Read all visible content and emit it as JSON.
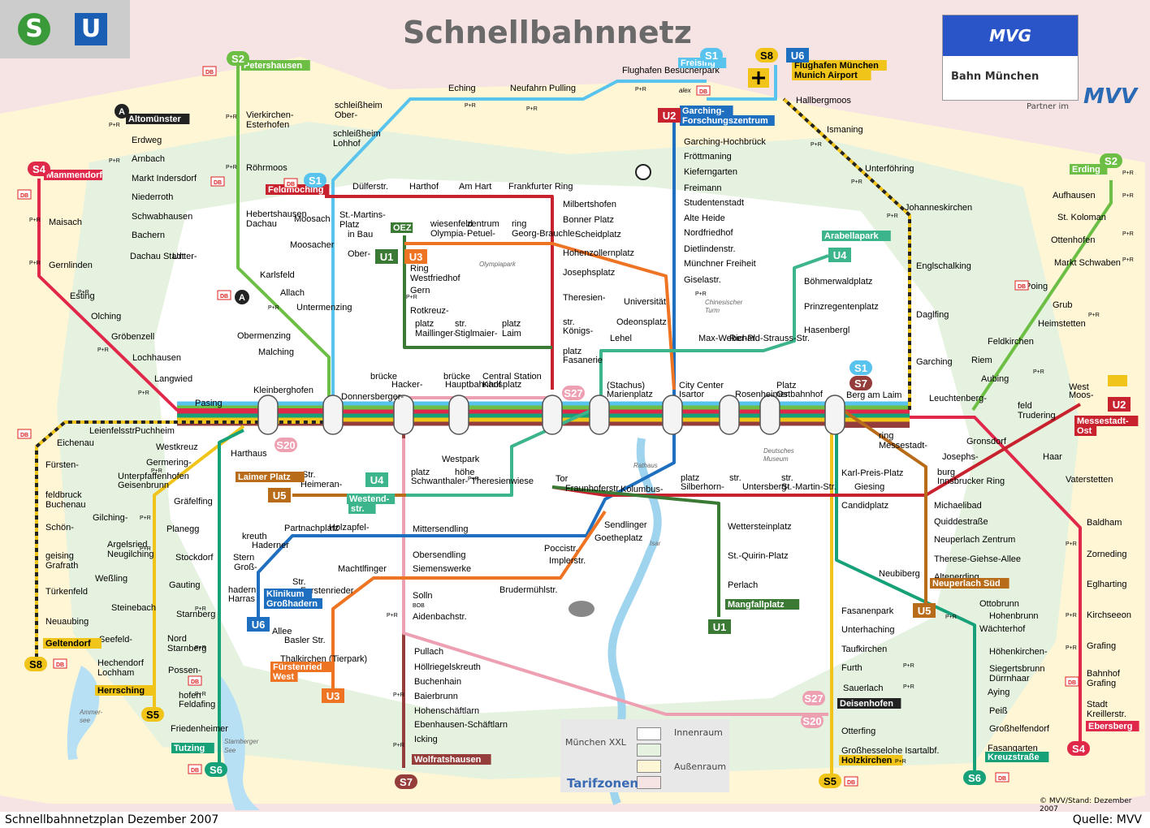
{
  "title": "Schnellbahnnetz",
  "logos": {
    "s_letter": "S",
    "u_letter": "U",
    "mvg": "MVG",
    "bahn": "Bahn München",
    "db": "DB",
    "partner": "Partner im",
    "mvv": "MVV"
  },
  "footer": {
    "left": "Schnellbahnnetzplan Dezember 2007",
    "right": "Quelle: MVV",
    "credit": "© MVV/Stand: Dezember 2007"
  },
  "legend": {
    "title": "Tarifzonen",
    "xxl": "München XXL",
    "inner": "Innenraum",
    "outer": "Außenraum"
  },
  "colors": {
    "S1": "#58c4ee",
    "S2": "#6cbf44",
    "S4": "#e0294a",
    "S5": "#f0c419",
    "S6": "#17a179",
    "S7": "#943d3a",
    "S8": "#f0c419",
    "S20": "#eea0b3",
    "S27": "#eea0b3",
    "U1": "#3b7a34",
    "U2": "#c9222f",
    "U3": "#ee7424",
    "U4": "#3cb48c",
    "U5": "#b86c1a",
    "U6": "#1f6fc0",
    "zone_inner": "#ffffff",
    "zone_outer": "#fff6d6",
    "zone_xxl": "#e6f2e0",
    "zone_far": "#f6e3e3"
  },
  "line_badges": [
    {
      "label": "S2",
      "color": "S2"
    },
    {
      "label": "S4",
      "color": "S4"
    },
    {
      "label": "S1",
      "color": "S1"
    },
    {
      "label": "S1",
      "color": "S1"
    },
    {
      "label": "S8",
      "color": "S8"
    },
    {
      "label": "U6",
      "color": "U6"
    },
    {
      "label": "U2",
      "color": "U2"
    },
    {
      "label": "U1",
      "color": "U1"
    },
    {
      "label": "U3",
      "color": "U3"
    },
    {
      "label": "U4",
      "color": "U4"
    },
    {
      "label": "S2",
      "color": "S2"
    },
    {
      "label": "S1",
      "color": "S1"
    },
    {
      "label": "S7",
      "color": "S7"
    },
    {
      "label": "U2",
      "color": "U2"
    },
    {
      "label": "S27",
      "color": "S27"
    },
    {
      "label": "S20",
      "color": "S20"
    },
    {
      "label": "U5",
      "color": "U5"
    },
    {
      "label": "U4",
      "color": "U4"
    },
    {
      "label": "U6",
      "color": "U6"
    },
    {
      "label": "U3",
      "color": "U3"
    },
    {
      "label": "S8",
      "color": "S8"
    },
    {
      "label": "S5",
      "color": "S5"
    },
    {
      "label": "S6",
      "color": "S6"
    },
    {
      "label": "S7",
      "color": "S7"
    },
    {
      "label": "U1",
      "color": "U1"
    },
    {
      "label": "U5",
      "color": "U5"
    },
    {
      "label": "S27",
      "color": "S27"
    },
    {
      "label": "S20",
      "color": "S20"
    },
    {
      "label": "S5",
      "color": "S5"
    },
    {
      "label": "S6",
      "color": "S6"
    },
    {
      "label": "S4",
      "color": "S4"
    }
  ],
  "terminus_boxes": [
    "Petershausen",
    "Mammendorf",
    "Feldmoching",
    "Freising",
    "Flughafen München",
    "Munich Airport",
    "Garching-",
    "Forschungszentrum",
    "Arabellapark",
    "Erding",
    "Altomünster",
    "Messestadt-",
    "Ost",
    "Laimer Platz",
    "Westend-",
    "str.",
    "Klinikum",
    "Großhadern",
    "Fürstenried",
    "West",
    "Geltendorf",
    "Herrsching",
    "Tutzing",
    "Wolfratshausen",
    "Mangfallplatz",
    "Neuperlach Süd",
    "Deisenhofen",
    "Holzkirchen",
    "Kreuzstraße",
    "Ebersberg",
    "OEZ"
  ],
  "stations": [
    "Vierkirchen-",
    "Esterhofen",
    "Röhrmoos",
    "Hebertshausen",
    "Dachau",
    "Karlsfeld",
    "Allach",
    "Untermenzing",
    "Obermenzing",
    "Malching",
    "Maisach",
    "Gernlinden",
    "Esting",
    "Olching",
    "Gröbenzell",
    "Lochhausen",
    "Langwied",
    "Pasing",
    "Kleinberghofen",
    "Erdweg",
    "Arnbach",
    "Markt Indersdorf",
    "Niederroth",
    "Schwabhausen",
    "Bachern",
    "Dachau Stadt",
    "Unter-",
    "schleißheim",
    "Ober-",
    "schleißheim",
    "Lohhof",
    "Eching",
    "Neufahrn",
    "Pulling",
    "Flughafen Besucherpark",
    "Hallbergmoos",
    "Ismaning",
    "Unterföhring",
    "Johanneskirchen",
    "Englschalking",
    "Daglfing",
    "Garching",
    "Garching-Hochbrück",
    "Fröttmaning",
    "Kieferngarten",
    "Freimann",
    "Studentenstadt",
    "Alte Heide",
    "Nordfriedhof",
    "Dietlindenstr.",
    "Münchner Freiheit",
    "Giselastr.",
    "Universität",
    "Odeonsplatz",
    "Lehel",
    "Max-Weber-Pl.",
    "Richard-Strauss-Str.",
    "Böhmerwaldplatz",
    "Prinzregentenplatz",
    "Hasenbergl",
    "Dülferstr.",
    "Harthof",
    "Am Hart",
    "Frankfurter Ring",
    "Milbertshofen",
    "Bonner Platz",
    "Scheidplatz",
    "Hohenzollernplatz",
    "Josephsplatz",
    "Theresien-",
    "str.",
    "Königs-",
    "platz",
    "Fasanerie",
    "Moosach",
    "Moosacher",
    "St.-Martins-",
    "Platz",
    "in Bau",
    "Ober-",
    "wiesenfeld",
    "Olympia-",
    "zentrum",
    "Petuel-",
    "ring",
    "Georg-Brauchle-",
    "Ring",
    "Westfriedhof",
    "Gern",
    "Rotkreuz-",
    "platz",
    "Maillinger-",
    "str.",
    "Stiglmaier-",
    "platz",
    "Laim",
    "Donnersberger-",
    "brücke",
    "Hacker-",
    "brücke",
    "Hauptbahnhof",
    "Central Station",
    "Karlsplatz",
    "(Stachus)",
    "Marienplatz",
    "City Center",
    "Isartor",
    "Rosenheimer",
    "Platz",
    "Ostbahnhof",
    "Berg am Laim",
    "Leuchtenberg-",
    "ring",
    "Messestadt-",
    "West",
    "Moos-",
    "feld",
    "Trudering",
    "Gronsdorf",
    "Haar",
    "Vaterstetten",
    "Baldham",
    "Zorneding",
    "Eglharting",
    "Kirchseeon",
    "Grafing",
    "Bahnhof",
    "Grafing",
    "Stadt",
    "Kreillerstr.",
    "Josephs-",
    "burg",
    "Innsbrucker Ring",
    "Michaelibad",
    "Quiddestraße",
    "Neuperlach Zentrum",
    "Therese-Giehse-Allee",
    "Altenerding",
    "Aufhausen",
    "St. Koloman",
    "Ottenhofen",
    "Markt Schwaben",
    "Poing",
    "Grub",
    "Heimstetten",
    "Feldkirchen",
    "Riem",
    "Aubing",
    "Leienfelsstr.",
    "Puchheim",
    "Eichenau",
    "Fürsten-",
    "feldbruck",
    "Buchenau",
    "Schön-",
    "geising",
    "Grafrath",
    "Türkenfeld",
    "Neuaubing",
    "Westkreuz",
    "Harthaus",
    "Germering-",
    "Unterpfaffenhofen",
    "Geisenbrunn",
    "Gilching-",
    "Argelsried",
    "Neugilching",
    "Weßling",
    "Steinebach",
    "Seefeld-",
    "Hechendorf",
    "Lochham",
    "Gräfelfing",
    "Planegg",
    "Stockdorf",
    "Gauting",
    "Starnberg",
    "Nord",
    "Starnberg",
    "Possen-",
    "hofen",
    "Feldafing",
    "Friedenheimer",
    "Str.",
    "Heimeran-",
    "platz",
    "Schwanthaler-",
    "höhe",
    "Theresienwiese",
    "Westpark",
    "Partnachplatz",
    "Holzapfel-",
    "kreuth",
    "Haderner",
    "Stern",
    "Groß-",
    "hadern",
    "Harras",
    "Mittersendling",
    "Obersendling",
    "Siemenswerke",
    "Solln",
    "Aidenbachstr.",
    "Machtlfinger",
    "Str.",
    "Forstenrieder",
    "Allee",
    "Basler Str.",
    "Thalkirchen (Tierpark)",
    "Brudermühlstr.",
    "Implerstr.",
    "Poccistr.",
    "Goetheplatz",
    "Sendlinger",
    "Tor",
    "Fraunhoferstr.",
    "Kolumbus-",
    "platz",
    "Silberhorn-",
    "str.",
    "Untersberg-",
    "str.",
    "St.-Martin-Str.",
    "Karl-Preis-Platz",
    "Giesing",
    "Candidplatz",
    "Wettersteinplatz",
    "St.-Quirin-Platz",
    "Perlach",
    "Neubiberg",
    "Ottobrunn",
    "Hohenbrunn",
    "Wächterhof",
    "Höhenkirchen-",
    "Siegertsbrunn",
    "Dürrnhaar",
    "Aying",
    "Peiß",
    "Großhelfendorf",
    "Fasangarten",
    "Fasanenpark",
    "Unterhaching",
    "Taufkirchen",
    "Furth",
    "Sauerlach",
    "Otterfing",
    "Großhesselohe Isartalbf.",
    "Pullach",
    "Höllriegelskreuth",
    "Buchenhain",
    "Baierbrunn",
    "Hohenschäftlarn",
    "Ebenhausen-Schäftlarn",
    "Icking"
  ],
  "landmarks": [
    "Olympiapark",
    "Chinesischer",
    "Turm",
    "Rathaus",
    "Deutsches",
    "Museum",
    "Isar",
    "Ammer-",
    "see",
    "Starnberger",
    "See"
  ],
  "pr_label": "P+R",
  "db_label": "DB",
  "alex_label": "alex",
  "bob_label": "BOB",
  "a_label": "A"
}
